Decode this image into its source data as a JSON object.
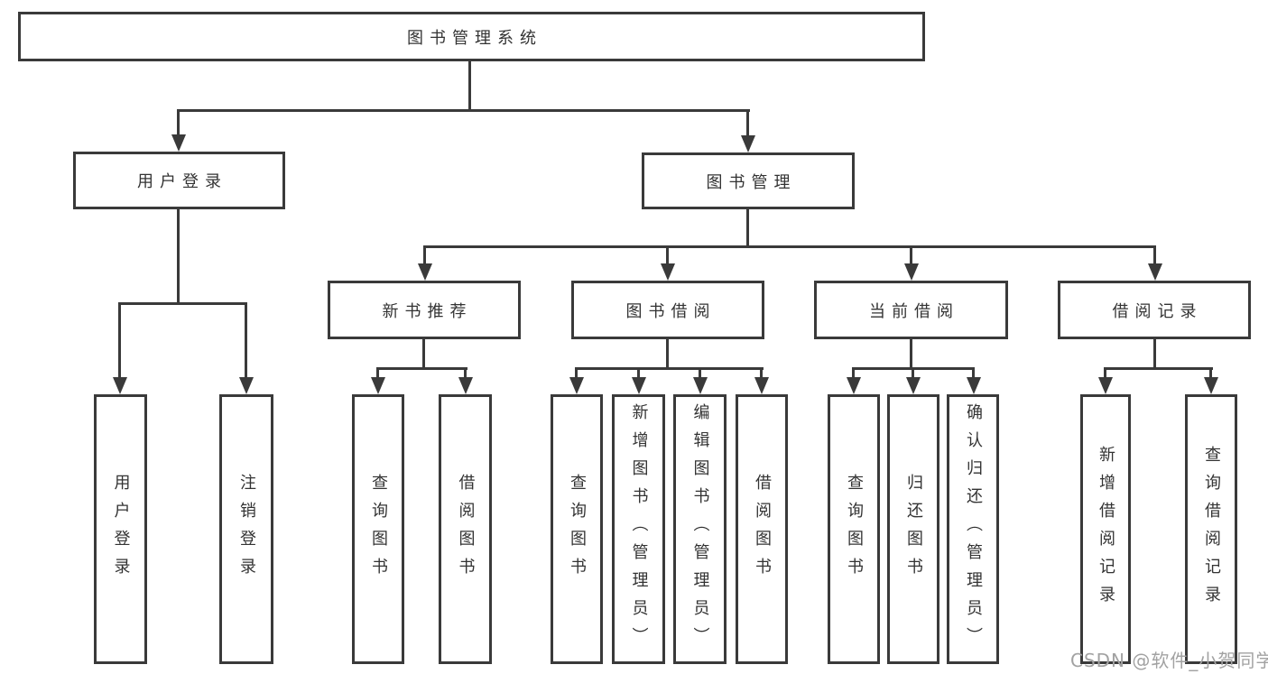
{
  "nodes": {
    "root": "图书管理系统",
    "user_login": "用户登录",
    "book_mgmt": "图书管理",
    "new_book_rec": "新书推荐",
    "book_borrow": "图书借阅",
    "current_borrow": "当前借阅",
    "borrow_records": "借阅记录",
    "g1_user_login": "用户登录",
    "g1_logout": "注销登录",
    "g2_query_books": "查询图书",
    "g2_borrow_books": "借阅图书",
    "g3_query_books": "查询图书",
    "g3_add_books": "新增图书（管理员）",
    "g3_edit_books": "编辑图书（管理员）",
    "g3_borrow_books": "借阅图书",
    "g4_query_books": "查询图书",
    "g4_return_books": "归还图书",
    "g4_confirm_return": "确认归还（管理员）",
    "g5_add_record": "新增借阅记录",
    "g5_query_record": "查询借阅记录"
  },
  "watermark": "CSDN @软件_小贺同学",
  "colors": {
    "line": "#3a3a3a",
    "text": "#333333",
    "watermark": "#a2a2a2",
    "background": "#ffffff"
  }
}
